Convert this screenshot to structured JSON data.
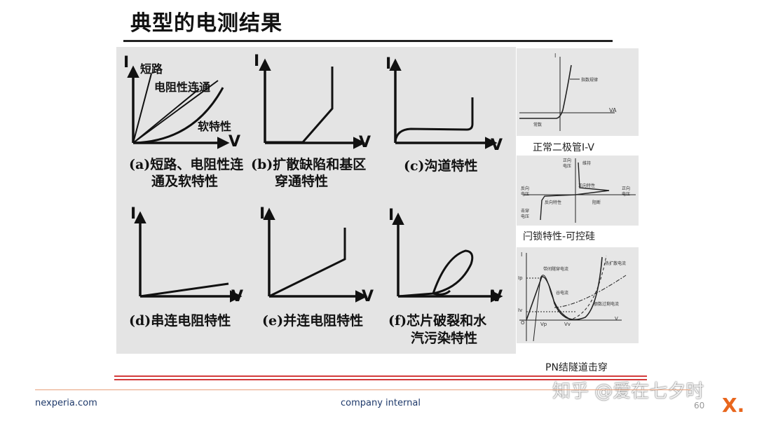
{
  "slide": {
    "title": "典型的电测结果",
    "page_number": "60",
    "footer_left": "nexperia.com",
    "footer_center": "company internal",
    "logo_text": "X.",
    "watermark": "知乎 @爱在七夕时"
  },
  "axes": {
    "y": "I",
    "x": "V"
  },
  "panels": [
    {
      "id": "a",
      "caption_lines": [
        "(a)短路、电阻性连",
        "通及软特性"
      ],
      "curve_labels": [
        "短路",
        "电阻性连通",
        "软特性"
      ]
    },
    {
      "id": "b",
      "caption_lines": [
        "(b)扩散缺陷和基区",
        "穿通特性"
      ]
    },
    {
      "id": "c",
      "caption_lines": [
        "(c)沟道特性"
      ]
    },
    {
      "id": "d",
      "caption_lines": [
        "(d)串连电阻特性"
      ]
    },
    {
      "id": "e",
      "caption_lines": [
        "(e)并连电阻特性"
      ]
    },
    {
      "id": "f",
      "caption_lines": [
        "(f)芯片破裂和水",
        "汽污染特性"
      ]
    }
  ],
  "side_panels": [
    {
      "caption": "正常二极管I-V",
      "labels": {
        "y": "I",
        "x": "VA",
        "exp": "指数规律",
        "const": "常数"
      }
    },
    {
      "caption": "闩锁特性-可控硅",
      "labels": [
        "正向",
        "电压",
        "维持",
        "反向",
        "电压",
        "正向",
        "电压",
        "反向特性",
        "正向特性",
        "阻断",
        "击穿",
        "电压"
      ]
    },
    {
      "caption": "PN结隧道击穿",
      "labels": [
        "I",
        "Ip",
        "Iv",
        "O",
        "Vp",
        "Vv",
        "V",
        "带间隧穿电流",
        "热扩散电流",
        "谷电流",
        "额数过剩电流"
      ]
    }
  ],
  "colors": {
    "accent_red": "#d33b3b",
    "logo_orange": "#e8661d",
    "footer_text": "#1f3a6b"
  }
}
